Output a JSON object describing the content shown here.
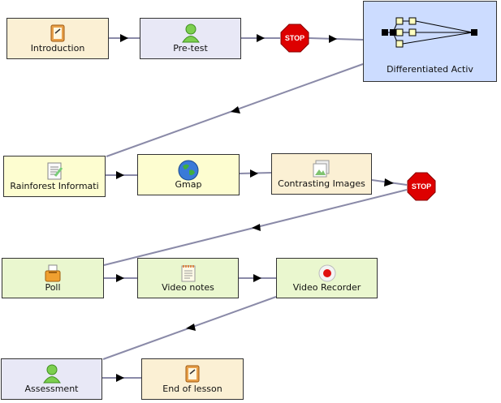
{
  "activities": {
    "introduction": {
      "label": "Introduction",
      "icon": "notebook-icon"
    },
    "pretest": {
      "label": "Pre-test",
      "icon": "person-icon"
    },
    "differentiated": {
      "label": "Differentiated Activ",
      "icon": "branching-icon"
    },
    "rainforest": {
      "label": "Rainforest Informati",
      "icon": "document-icon"
    },
    "gmap": {
      "label": "Gmap",
      "icon": "globe-icon"
    },
    "contrasting": {
      "label": "Contrasting Images",
      "icon": "image-icon"
    },
    "poll": {
      "label": "Poll",
      "icon": "ballot-icon"
    },
    "videonotes": {
      "label": "Video notes",
      "icon": "notepad-icon"
    },
    "videorecorder": {
      "label": "Video Recorder",
      "icon": "record-icon"
    },
    "assessment": {
      "label": "Assessment",
      "icon": "person-icon"
    },
    "endoflesson": {
      "label": "End of lesson",
      "icon": "notebook-icon"
    }
  },
  "stop_gates": [
    {
      "label": "STOP"
    },
    {
      "label": "STOP"
    }
  ],
  "colors": {
    "notice": "#fbf0d4",
    "assessment": "#e8e8f6",
    "information": "#fdfdd0",
    "collaboration": "#eaf7cf",
    "branching": "#ccdcff",
    "stop_red": "#dd0000",
    "connector": "#8a8aa8"
  }
}
